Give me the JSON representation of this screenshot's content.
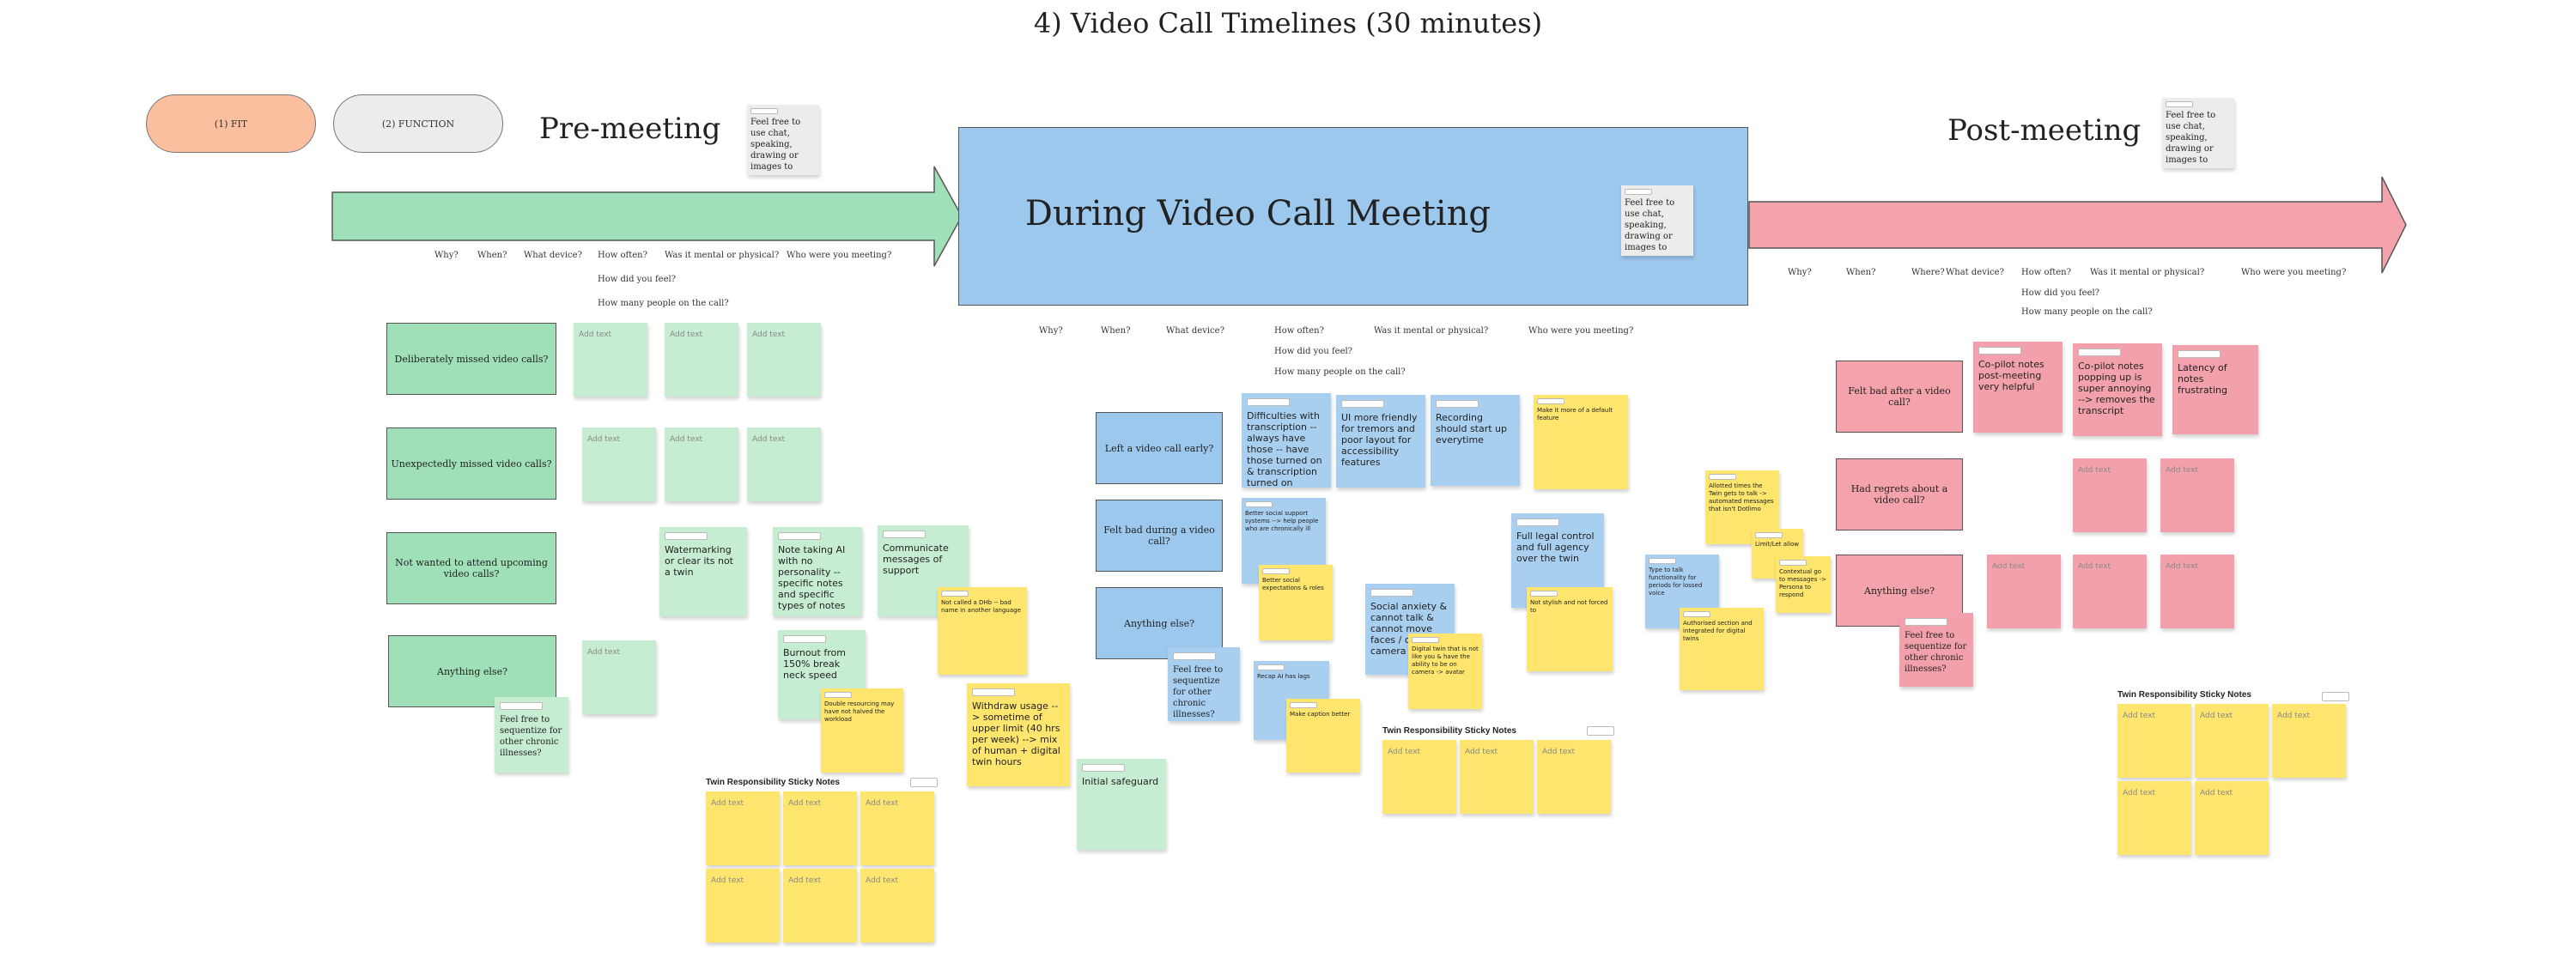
{
  "title": "4) Video Call Timelines (30 minutes)",
  "pills": {
    "fit": "(1) FIT",
    "function": "(2) FUNCTION"
  },
  "colors": {
    "pre": "#9fe0b9",
    "during": "#9dc8ee",
    "post": "#f4a3ad",
    "fit_pill": "#f9bf9f"
  },
  "pre": {
    "header": "Pre-meeting",
    "questions": [
      "Why?",
      "When?",
      "What device?",
      "How often?",
      "Was it mental or physical?",
      "Who were you meeting?",
      "How did you feel?",
      "How many people on the call?"
    ],
    "boxes": [
      "Deliberately missed video calls?",
      "Unexpectedly missed video calls?",
      "Not wanted to attend upcoming video calls?",
      "Anything else?"
    ],
    "hint": "Feel free to use chat, speaking, drawing or images to express your ideas."
  },
  "during": {
    "header": "During Video Call Meeting",
    "questions": [
      "Why?",
      "When?",
      "What device?",
      "How often?",
      "Was it mental or physical?",
      "Who were you meeting?",
      "How did you feel?",
      "How many people on the call?"
    ],
    "boxes": [
      "Left a video call early?",
      "Felt bad during a video call?",
      "Anything else?"
    ],
    "hint": "Feel free to use chat, speaking, drawing or images to express your ideas."
  },
  "post": {
    "header": "Post-meeting",
    "questions": [
      "Why?",
      "When?",
      "Where?",
      "What device?",
      "How often?",
      "Was it mental or physical?",
      "Who were you meeting?",
      "How did you feel?",
      "How many people on the call?"
    ],
    "boxes": [
      "Felt bad after a video call?",
      "Had regrets about a video call?",
      "Anything else?"
    ],
    "hint": "Feel free to use chat, speaking, drawing or images to express your ideas."
  },
  "placeholder": "Add text",
  "twin_title": "Twin Responsibility Sticky Notes",
  "notes": {
    "chronic": "Feel free to sequentize for other chronic illnesses?",
    "watermark": "Watermarking or clear its not a twin",
    "note_ai": "Note taking AI with no personality -- specific notes and specific types of notes",
    "communicate": "Communicate messages of support",
    "burnout": "Burnout from 150% break neck speed",
    "not_called": "Not called a DHb -- bad name in another language",
    "double": "Double resourcing may have not halved the workload",
    "withdraw": "Withdraw usage --> sometime of upper limit (40 hrs per week) --> mix of human + digital twin hours",
    "safeguard": "Initial safeguard",
    "transcription": "Difficulties with transcription -- always have those -- have those turned on & transcription turned on",
    "tremors": "UI more friendly for tremors and poor layout for accessibility features",
    "recording": "Recording should start up everytime",
    "default": "Make it more of a default feature",
    "social_support": "Better social support systems --> help people who are chronically ill",
    "expectations": "Better social expectations & roles",
    "legal": "Full legal control and full agency over the twin",
    "anxiety": "Social anxiety & cannot talk & cannot move faces / on camera",
    "not_stylish": "Not stylish and not forced to",
    "digital_twin": "Digital twin that is not like you & have the ability to be on camera -> avatar",
    "recap": "Recap AI has lags",
    "caption": "Make caption better",
    "type_talk": "Type to talk functionality for periods for lossed voice",
    "allotted": "Allotted times the Twin gets to talk -> automated messages that isn't Dotlimo",
    "limit": "Limit/Let allow",
    "contextual": "Contextual go to messages -> Persona to respond",
    "authorised": "Authorised section and integrated for digital twins",
    "copilot_helpful": "Co-pilot notes post-meeting very helpful",
    "copilot_annoying": "Co-pilot notes popping up is super annoying --> removes the transcript",
    "latency": "Latency of notes frustrating"
  }
}
